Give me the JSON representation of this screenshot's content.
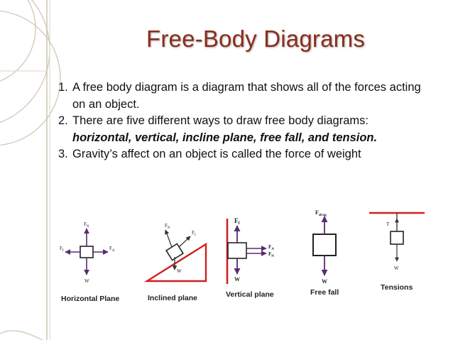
{
  "slide": {
    "title": "Free-Body Diagrams",
    "items": [
      {
        "number": "1.",
        "text": "A free body diagram is  a diagram that shows all of the forces acting on an object."
      },
      {
        "number": "2.",
        "text_before": "There are five different ways to draw free body diagrams:  ",
        "emphasis": "horizontal, vertical, incline plane, free fall, and tension."
      },
      {
        "number": "3.",
        "text": "Gravity’s affect on an object is called the force of weight"
      }
    ]
  },
  "diagrams": {
    "horizontal": {
      "caption": "Horizontal Plane",
      "labels": {
        "up": "F",
        "up_sub": "N",
        "left": "F",
        "left_sub": "f",
        "right": "F",
        "right_sub": "A",
        "down": "W"
      }
    },
    "inclined": {
      "caption": "Inclined plane",
      "labels": {
        "normal": "F",
        "normal_sub": "N",
        "friction": "F",
        "friction_sub": "f",
        "down": "W"
      }
    },
    "vertical": {
      "caption": "Vertical plane",
      "labels": {
        "up": "F",
        "up_sub": "f",
        "right1": "F",
        "right1_sub": "A",
        "right2": "F",
        "right2_sub": "N",
        "down": "W"
      }
    },
    "freefall": {
      "caption": "Free fall",
      "labels": {
        "up": "F",
        "up_sub": "drag",
        "down": "W"
      }
    },
    "tension": {
      "caption": "Tensions",
      "labels": {
        "up": "T",
        "down": "W"
      }
    }
  },
  "colors": {
    "title": "#8b2d1d",
    "accent_line": "#cc1f1f",
    "arrow": "#5a2a6e",
    "deco_lines": "#c9c1ae"
  }
}
